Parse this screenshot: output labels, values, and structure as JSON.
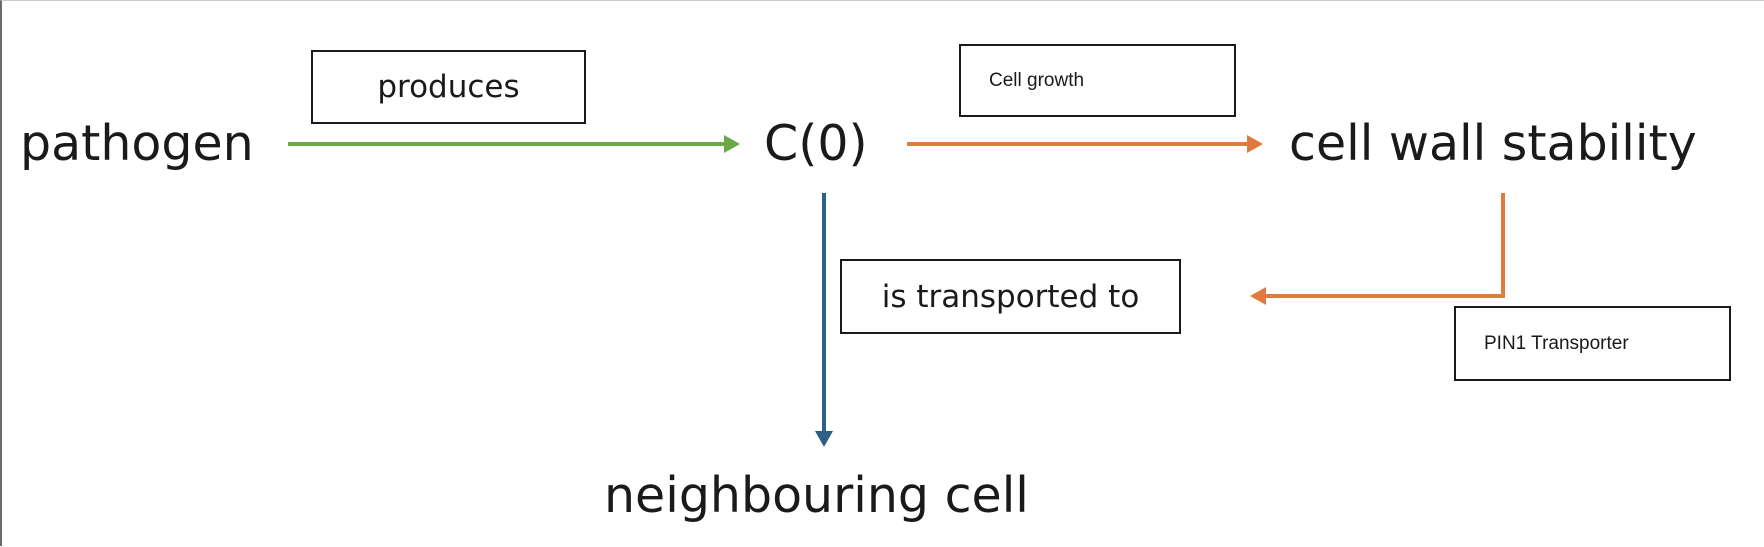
{
  "nodes": {
    "pathogen": "pathogen",
    "c0": "C(0)",
    "cell_wall_stability": "cell wall stability",
    "neighbouring_cell": "neighbouring cell"
  },
  "labels": {
    "produces": "produces",
    "cell_growth": "Cell growth",
    "is_transported_to": "is transported to",
    "pin1_transporter": "PIN1 Transporter"
  },
  "colors": {
    "green_arrow": "#6aaa44",
    "orange_arrow": "#e07b3f",
    "blue_arrow": "#2e5f87"
  }
}
